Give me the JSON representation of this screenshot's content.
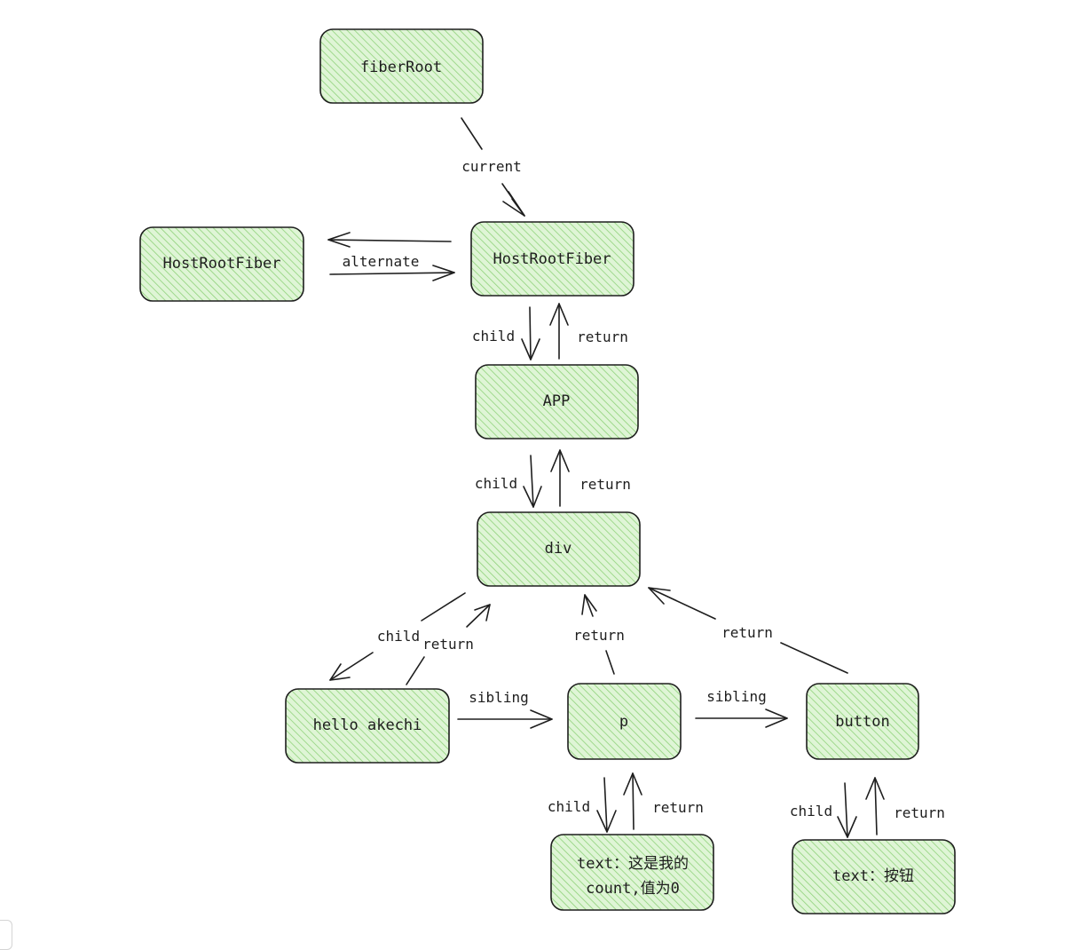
{
  "colors": {
    "node_fill": "#b2f2bb",
    "node_hatch": "#7fcf6a",
    "stroke": "#1e1e1e",
    "background": "#ffffff"
  },
  "nodes": {
    "fiberRoot": "fiberRoot",
    "hostRootFiberAlt": "HostRootFiber",
    "hostRootFiber": "HostRootFiber",
    "app": "APP",
    "div": "div",
    "helloAkechi": "hello akechi",
    "p": "p",
    "button": "button",
    "textP": [
      "text：这是我的",
      "count,值为0"
    ],
    "textButton": "text：按钮"
  },
  "edges": {
    "current": "current",
    "alternate": "alternate",
    "child": "child",
    "return": "return",
    "sibling": "sibling"
  }
}
